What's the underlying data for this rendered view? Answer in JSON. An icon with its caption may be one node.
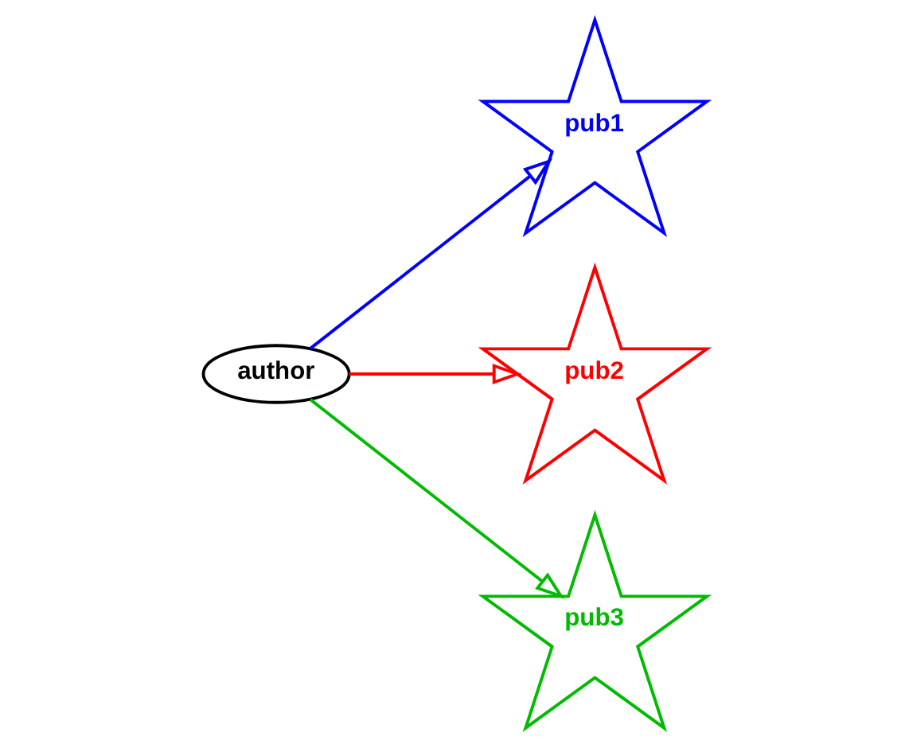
{
  "diagram": {
    "nodes": [
      {
        "text": [
          "author"
        ]
      },
      {
        "text": [
          "pub1"
        ]
      },
      {
        "text": [
          "pub2"
        ]
      },
      {
        "text": [
          "pub3"
        ]
      }
    ],
    "edges": [
      {
        "from": 0,
        "to": 1,
        "arrow": "to",
        "color": "#0000ff"
      },
      {
        "from": 0,
        "to": 2,
        "arrow": "to",
        "color": "#ff0000"
      },
      {
        "from": 0,
        "to": 3,
        "arrow": "to",
        "color": "#00bb00"
      }
    ]
  }
}
